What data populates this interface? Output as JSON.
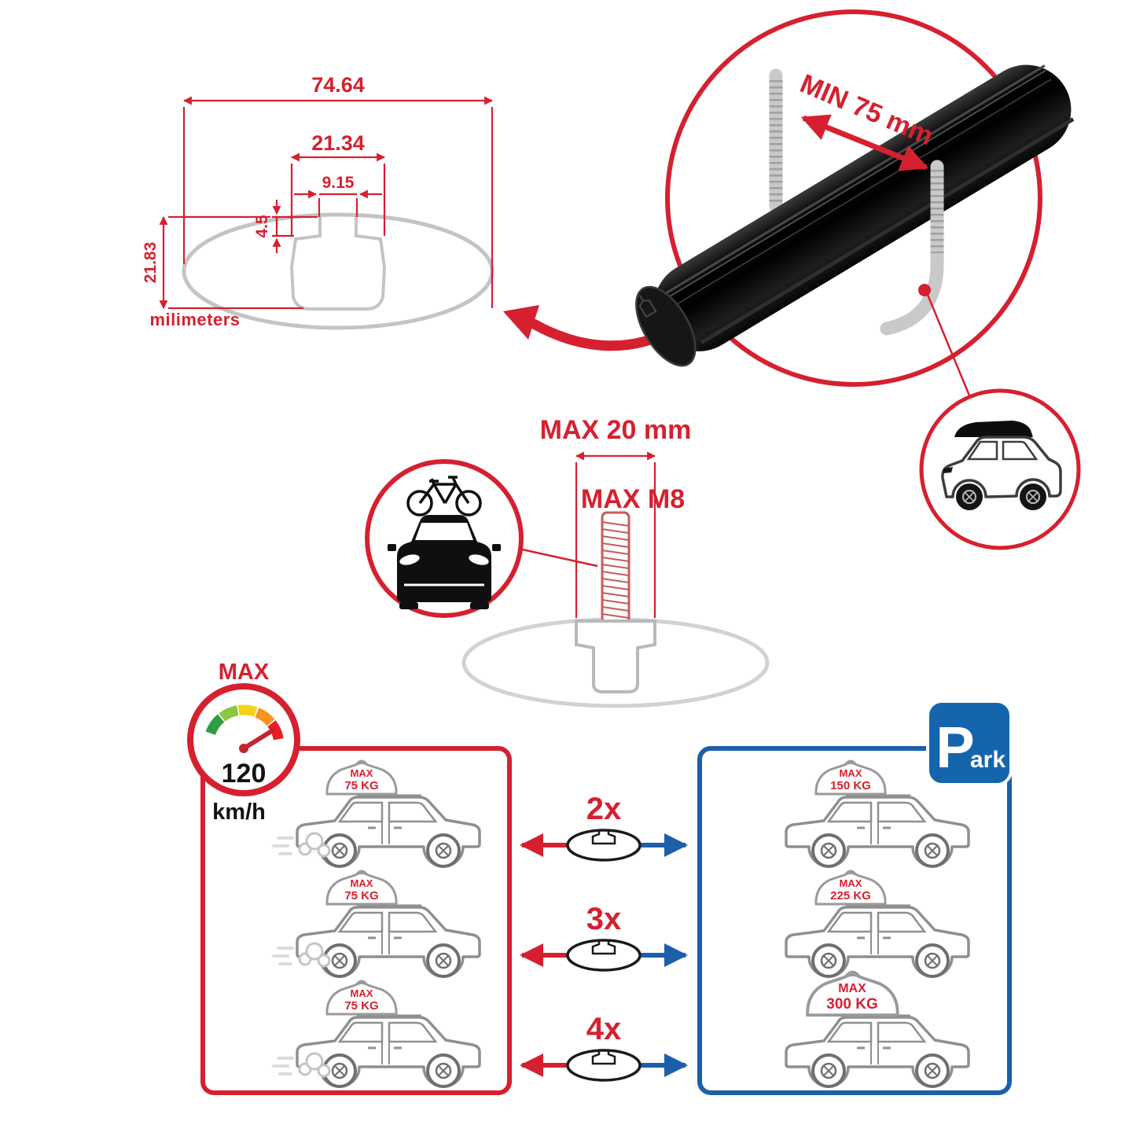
{
  "colors": {
    "red": "#d6202f",
    "blue": "#1d5fa8",
    "gray": "#c4c4c4",
    "black": "#0b0b0b"
  },
  "cross_section": {
    "dim_total_width": "74.64",
    "dim_channel_width": "21.34",
    "dim_slot_width": "9.15",
    "dim_slot_depth": "4.5",
    "dim_total_height": "21.83",
    "units": "milimeters"
  },
  "clamp": {
    "min_span": "MIN 75 mm"
  },
  "bolt": {
    "max_width": "MAX 20 mm",
    "max_thread": "MAX M8"
  },
  "speed": {
    "label": "MAX",
    "value": "120",
    "unit": "km/h"
  },
  "moving": {
    "cars": [
      {
        "max": "MAX",
        "load": "75 KG"
      },
      {
        "max": "MAX",
        "load": "75 KG"
      },
      {
        "max": "MAX",
        "load": "75 KG"
      }
    ]
  },
  "counts": [
    "2x",
    "3x",
    "4x"
  ],
  "parked": {
    "sign_letter": "P",
    "sign_rest": "ark",
    "cars": [
      {
        "max": "MAX",
        "load": "150 KG"
      },
      {
        "max": "MAX",
        "load": "225 KG"
      },
      {
        "max": "MAX",
        "load": "300 KG"
      }
    ]
  }
}
